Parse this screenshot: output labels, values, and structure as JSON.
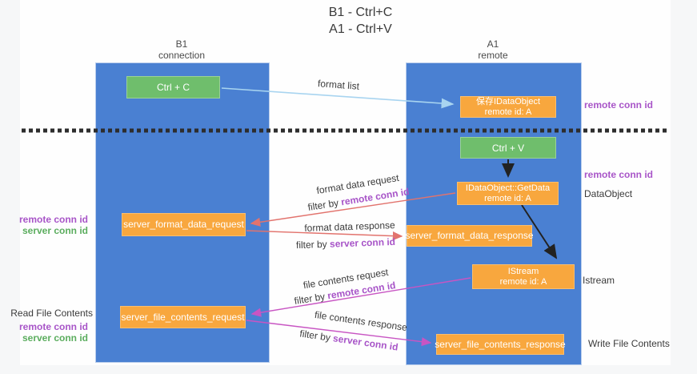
{
  "title": {
    "line1": "B1 - Ctrl+C",
    "line2": "A1 - Ctrl+V"
  },
  "lifelines": {
    "b1": {
      "name": "B1",
      "subtitle": "connection"
    },
    "a1": {
      "name": "A1",
      "subtitle": "remote"
    }
  },
  "nodes": {
    "ctrl_c": {
      "label": "Ctrl + C"
    },
    "ctrl_v": {
      "label": "Ctrl + V"
    },
    "save_idataobject": {
      "line1": "保存IDataObject",
      "line2": "remote id: A"
    },
    "idataobject_getdata": {
      "line1": "IDataObject::GetData",
      "line2": "remote id: A"
    },
    "istream": {
      "line1": "IStream",
      "line2": "remote id: A"
    },
    "server_format_data_request": {
      "label": "server_format_data_request"
    },
    "server_format_data_response": {
      "label": "server_format_data_response"
    },
    "server_file_contents_request": {
      "label": "server_file_contents_request"
    },
    "server_file_contents_response": {
      "label": "server_file_contents_response"
    }
  },
  "messages": {
    "format_list": "format list",
    "format_data_request": "format data request",
    "format_data_response": "format data response",
    "file_contents_request": "file contents request",
    "file_contents_response": "file contents response",
    "filter_by": "filter by",
    "remote_conn_id": "remote conn id",
    "server_conn_id": "server conn id"
  },
  "annotations": {
    "left": {
      "remote_conn_id": "remote conn id",
      "server_conn_id": "server conn id",
      "read_file_contents": "Read File Contents"
    },
    "right": {
      "remote_conn_id_1": "remote conn id",
      "remote_conn_id_2": "remote conn id",
      "dataobject": "DataObject",
      "istream": "Istream",
      "write_file_contents": "Write File Contents"
    }
  },
  "colors": {
    "lifeline_blue": "#4a80d2",
    "box_orange": "#f8a73e",
    "box_green": "#6fbe6c",
    "arrow_salmon": "#e2736d",
    "arrow_magenta": "#c855c3",
    "arrow_light_blue": "#a8d4f0",
    "arrow_black": "#222222",
    "text_purple": "#a855c8",
    "text_green": "#5bad5e"
  }
}
